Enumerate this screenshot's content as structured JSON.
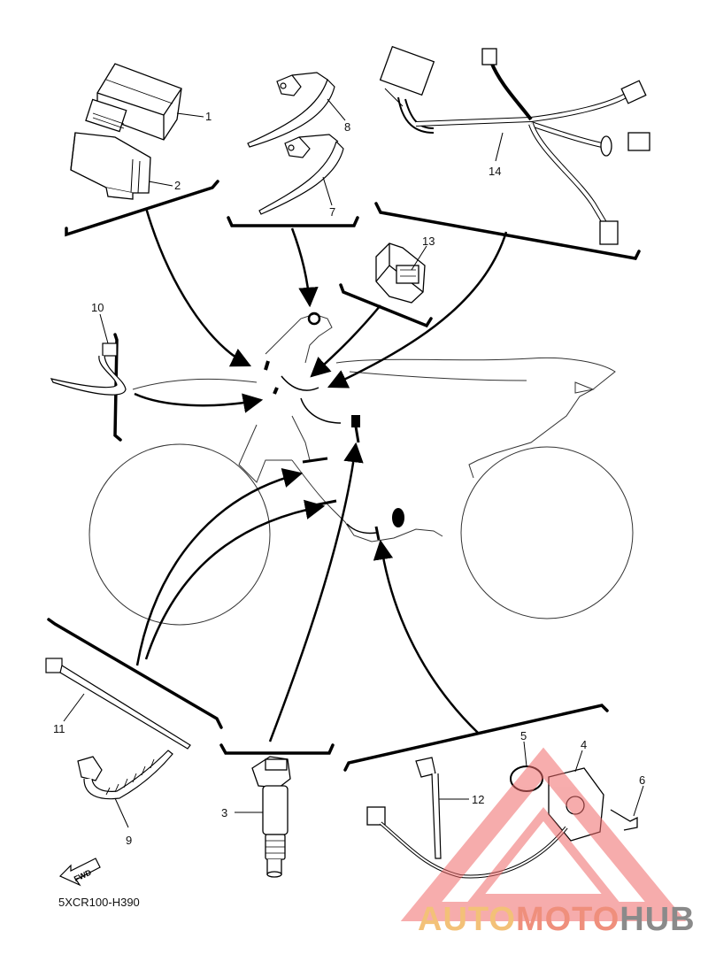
{
  "diagram": {
    "part_numbers": [
      "1",
      "2",
      "3",
      "4",
      "5",
      "6",
      "7",
      "8",
      "9",
      "10",
      "11",
      "12",
      "13",
      "14"
    ],
    "drawing_code": "5XCR100-H390",
    "fwd_label": "FWD"
  },
  "watermark": {
    "part1": "AUTO",
    "part2": "MOTO",
    "part3": "HUB",
    "colors": {
      "auto": "#f3c178",
      "moto": "#ef8f7c",
      "hub": "#8a8a8a",
      "triangle": "#f06a6a"
    }
  }
}
